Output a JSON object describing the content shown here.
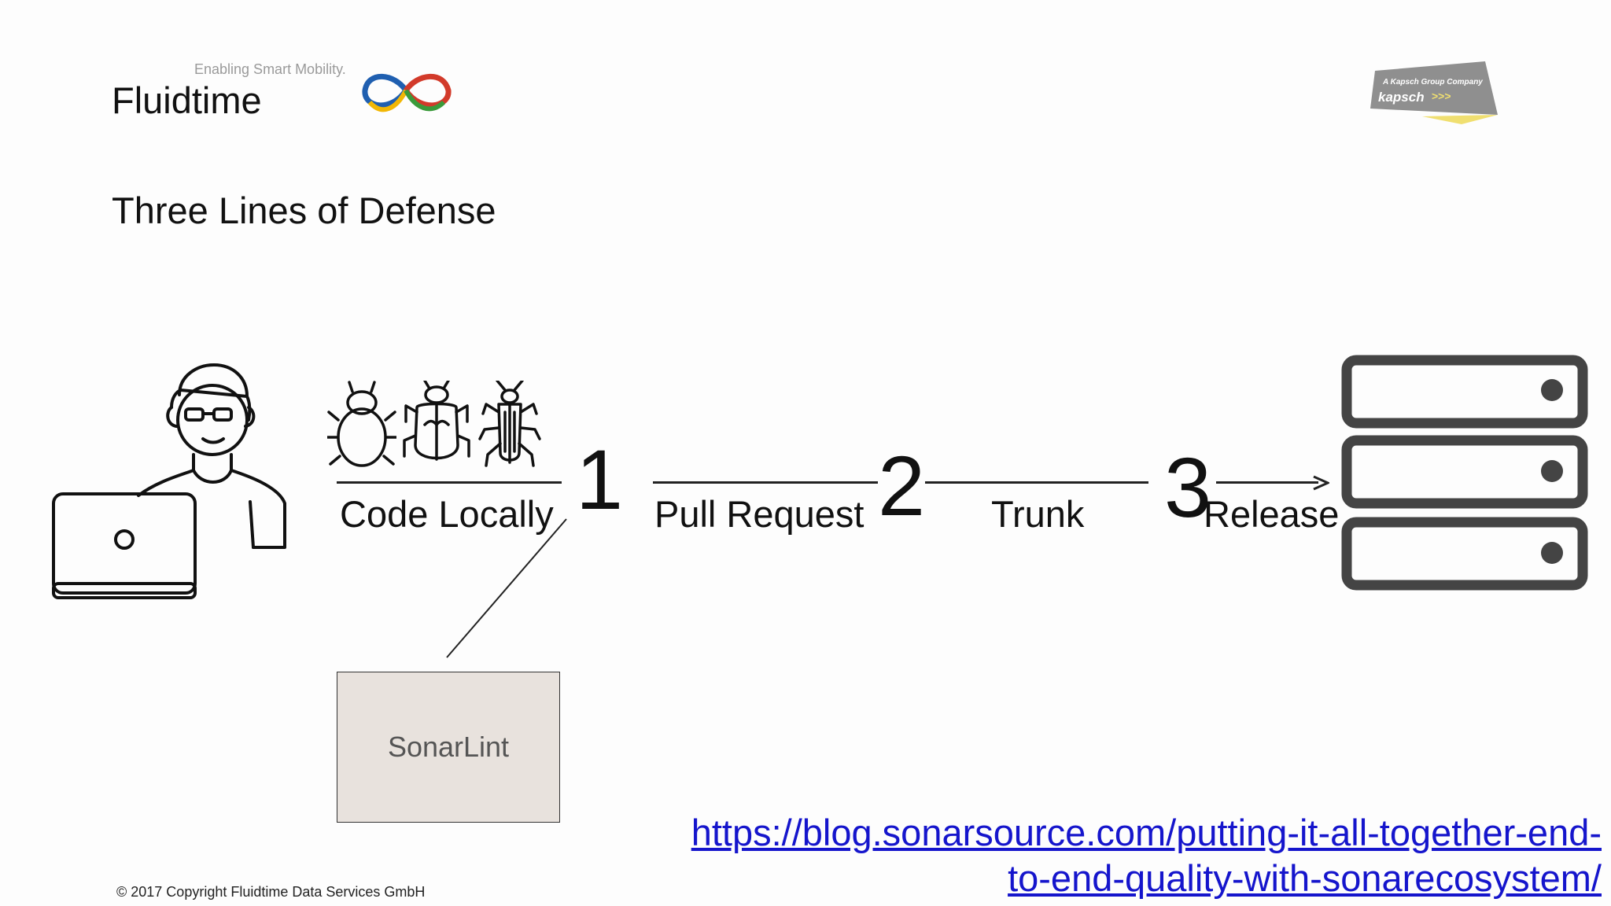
{
  "header": {
    "tagline": "Enabling Smart Mobility.",
    "brand": "Fluidtime",
    "partner_logo_text_top": "A Kapsch Group Company",
    "partner_logo_text_name": "kapsch"
  },
  "slide": {
    "title": "Three Lines of Defense"
  },
  "pipeline": {
    "stages": [
      {
        "number": "1",
        "label": "Code Locally"
      },
      {
        "number": "2",
        "label": "Pull Request"
      },
      {
        "number": "3",
        "label": "Trunk"
      },
      {
        "label": "Release"
      }
    ],
    "tool": "SonarLint"
  },
  "footer": {
    "link_line1": "https://blog.sonarsource.com/putting-it-all-together-end-",
    "link_line2": "to-end-quality-with-sonarecosystem/",
    "copyright": "© 2017 Copyright Fluidtime Data Services GmbH"
  },
  "icons": [
    "developer-laptop-icon",
    "bug-icon",
    "beetle-icon",
    "cockroach-icon",
    "server-rack-icon",
    "fluidtime-logo",
    "kapsch-logo"
  ],
  "colors": {
    "link": "#1515cc",
    "tool_box_fill": "#e8e2dd"
  }
}
